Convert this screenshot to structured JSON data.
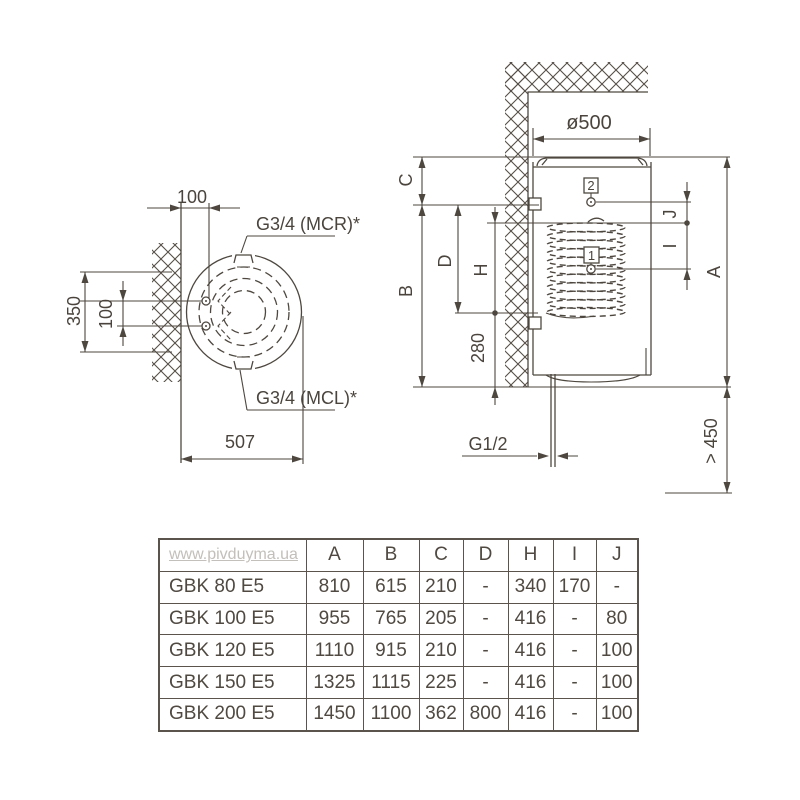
{
  "top_view": {
    "dim_top_offset": "100",
    "dim_bracket_span": "350",
    "dim_hole_spacing": "100",
    "dim_width": "507",
    "label_mcr": "G3/4 (MCR)*",
    "label_mcl": "G3/4 (MCL)*"
  },
  "side_view": {
    "dim_diameter": "ø500",
    "dim_c": "C",
    "dim_b": "B",
    "dim_d": "D",
    "dim_h": "H",
    "dim_bottom_offset": "280",
    "dim_drain": "G1/2",
    "dim_j": "J",
    "dim_i": "I",
    "dim_a": "A",
    "dim_clearance": "> 450",
    "callout_sensor": "2",
    "callout_heater": "1"
  },
  "table": {
    "watermark": "www.pivduyma.ua",
    "columns": [
      "A",
      "B",
      "C",
      "D",
      "H",
      "I",
      "J"
    ],
    "rows": [
      {
        "model": "GBK 80 E5",
        "values": [
          "810",
          "615",
          "210",
          "-",
          "340",
          "170",
          "-"
        ]
      },
      {
        "model": "GBK 100 E5",
        "values": [
          "955",
          "765",
          "205",
          "-",
          "416",
          "-",
          "80"
        ]
      },
      {
        "model": "GBK 120 E5",
        "values": [
          "1110",
          "915",
          "210",
          "-",
          "416",
          "-",
          "100"
        ]
      },
      {
        "model": "GBK 150 E5",
        "values": [
          "1325",
          "1115",
          "225",
          "-",
          "416",
          "-",
          "100"
        ]
      },
      {
        "model": "GBK 200 E5",
        "values": [
          "1450",
          "1100",
          "362",
          "800",
          "416",
          "-",
          "100"
        ]
      }
    ]
  },
  "colors": {
    "line": "#4d473f",
    "text": "#4a443d",
    "watermark": "#c3bfba",
    "background": "#ffffff"
  }
}
